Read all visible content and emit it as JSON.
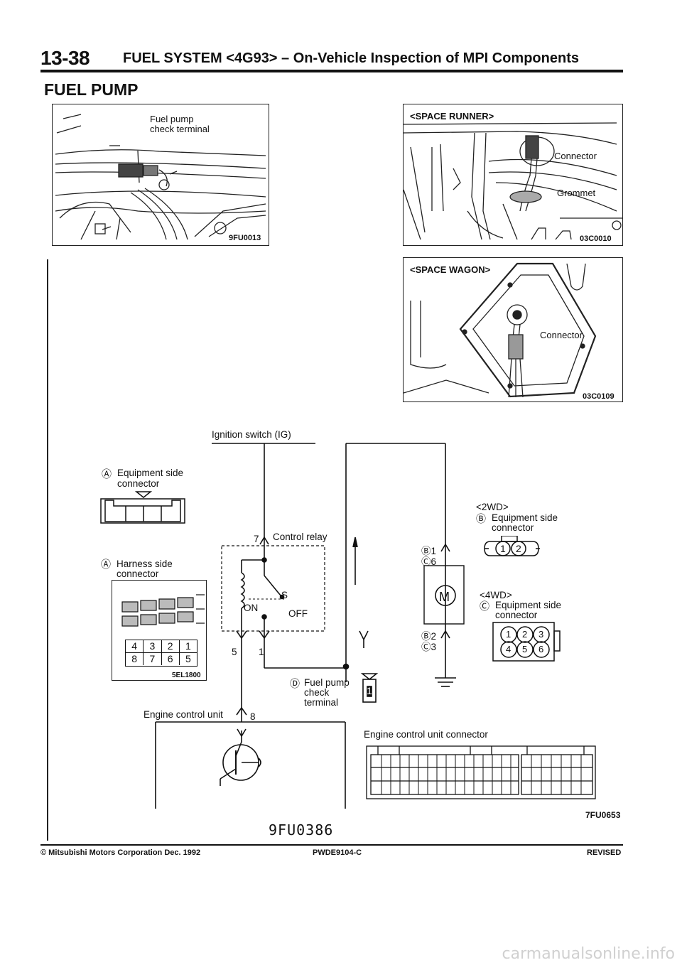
{
  "header": {
    "page_number": "13-38",
    "title": "FUEL SYSTEM <4G93> – On-Vehicle Inspection of MPI Components"
  },
  "section_title": "FUEL PUMP",
  "figures": {
    "fuel_pump_check": {
      "label": "Fuel pump check terminal",
      "code": "9FU0013"
    },
    "space_runner": {
      "title": "<SPACE RUNNER>",
      "connector": "Connector",
      "grommet": "Grommet",
      "code": "03C0010"
    },
    "space_wagon": {
      "title": "<SPACE WAGON>",
      "connector": "Connector",
      "code": "03C0109"
    }
  },
  "diagram": {
    "ignition": "Ignition switch (IG)",
    "a_equip_1": "Equipment side",
    "a_equip_2": "connector",
    "a_harness_1": "Harness side",
    "a_harness_2": "connector",
    "a_code": "5EL1800",
    "harness_pins_top": [
      "4",
      "3",
      "2",
      "1"
    ],
    "harness_pins_bottom": [
      "8",
      "7",
      "6",
      "5"
    ],
    "relay_label": "Control relay",
    "relay_pin_7": "7",
    "relay_pin_5": "5",
    "relay_pin_1": "1",
    "switch_s": "S",
    "switch_on": "ON",
    "switch_off": "OFF",
    "fuel_pump_1": "Fuel pump",
    "fuel_pump_2": "check",
    "fuel_pump_3": "terminal",
    "fuel_pump_pin": "1",
    "ecu_label": "Engine control unit",
    "ecu_pin": "8",
    "wd2": "<2WD>",
    "b_equip_1": "Equipment side",
    "b_equip_2": "connector",
    "b_pins": [
      "1",
      "2"
    ],
    "wd4": "<4WD>",
    "c_equip_1": "Equipment side",
    "c_equip_2": "connector",
    "c_pins_top": [
      "1",
      "2",
      "3"
    ],
    "c_pins_bottom": [
      "4",
      "5",
      "6"
    ],
    "motor_pin_b1": "1",
    "motor_pin_c6": "6",
    "motor_pin_b2": "2",
    "motor_pin_c3": "3",
    "ecu_connector": "Engine control unit connector",
    "code": "7FU0653"
  },
  "center_code": "9FU0386",
  "footer": {
    "copyright": "© Mitsubishi Motors Corporation   Dec. 1992",
    "doc_id": "PWDE9104-C",
    "status": "REVISED"
  },
  "watermark": "carmanualsonline.info"
}
